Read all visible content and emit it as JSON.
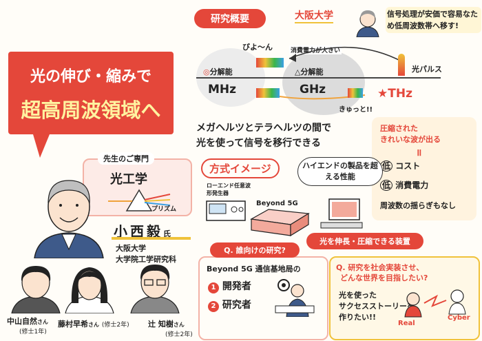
{
  "title": {
    "line1": "光の伸び・縮みで",
    "line2": "超高周波領域へ"
  },
  "professor": {
    "specialty_tag": "先生のご専門",
    "specialty": "光工学",
    "prism_label": "プリズム",
    "name": "小西毅",
    "honorific": "氏",
    "affil1": "大阪大学",
    "affil2": "大学院工学研究科"
  },
  "students": [
    {
      "name": "中山自然",
      "honorific": "さん",
      "grade": "(修士1年)"
    },
    {
      "name": "藤村早希",
      "honorific": "さん",
      "grade": "(修士2年)"
    },
    {
      "name": "辻 知樹",
      "honorific": "さん",
      "grade": "(修士2年)"
    }
  ],
  "overview": {
    "label": "研究概要",
    "university": "大阪大学",
    "note": "信号処理が安価で容易なため低周波数帯へ移す!",
    "stretch": "びよ〜ん",
    "power_note": "消費電力が大きい",
    "mhz_res": "分解能",
    "mhz": "MHz",
    "ghz_res": "分解能",
    "ghz": "GHz",
    "thz": "THz",
    "light_pulse": "光パルス",
    "compress": "きゅっと!!",
    "summary1": "メガヘルツとテラヘルツの間で",
    "summary2": "光を使って信号を移行できる"
  },
  "benefits": {
    "head1": "圧縮された",
    "head2": "きれいな波が出る",
    "eq": "॥",
    "items": [
      {
        "mark": "低",
        "text": "コスト"
      },
      {
        "mark": "低",
        "text": "消費電力"
      }
    ],
    "last": "周波数の揺らぎもなし"
  },
  "method": {
    "label": "方式イメージ",
    "bubble": "ハイエンドの製品を超える性能",
    "generator": "ローエンド任意波形発生器",
    "beyond": "Beyond 5G",
    "device": "光を伸長・圧縮できる装置"
  },
  "q1": {
    "question": "Q. 誰向けの研究?",
    "lead": "Beyond 5G 通信基地局の",
    "items": [
      {
        "num": "1",
        "text": "開発者"
      },
      {
        "num": "2",
        "text": "研究者"
      }
    ]
  },
  "q2": {
    "question1": "Q. 研究を社会実装させ、",
    "question2": "どんな世界を目指したい?",
    "answer1": "光を使った",
    "answer2": "サクセスストーリーを",
    "answer3": "作りたい!!",
    "real": "Real",
    "cyber": "Cyber"
  },
  "colors": {
    "accent": "#e4473a",
    "orange": "#f0a23a",
    "paper": "#fffdf8"
  }
}
